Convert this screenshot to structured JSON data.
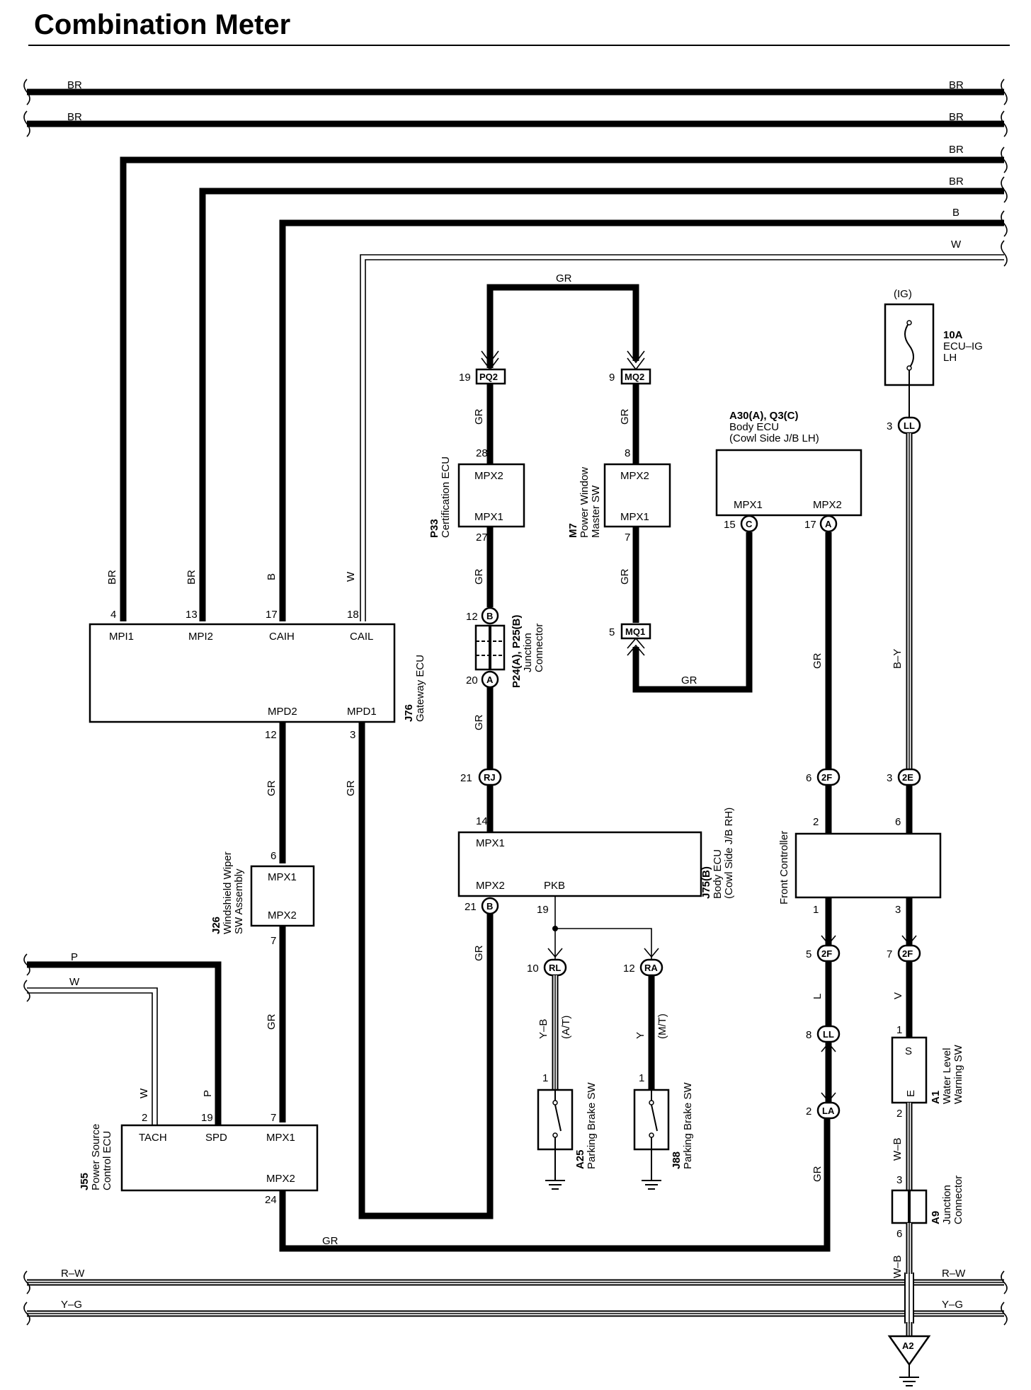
{
  "title": "Combination Meter",
  "harness": {
    "br1_left": "BR",
    "br1_right": "BR",
    "br2_left": "BR",
    "br2_right": "BR",
    "br3_right": "BR",
    "br4_right": "BR",
    "b_right": "B",
    "w_right": "W",
    "rw_left": "R–W",
    "rw_right": "R–W",
    "yg_left": "Y–G",
    "yg_right": "Y–G",
    "p_left": "P",
    "w2_left": "W"
  },
  "gateway": {
    "id": "J76",
    "name": "Gateway ECU",
    "pins": {
      "mpi1": "MPI1",
      "mpi2": "MPI2",
      "caih": "CAIH",
      "cail": "CAIL",
      "mpd2": "MPD2",
      "mpd1": "MPD1"
    },
    "nums": {
      "mpi1": "4",
      "mpi2": "13",
      "caih": "17",
      "cail": "18",
      "mpd2": "12",
      "mpd1": "3"
    },
    "wires": {
      "mpi1": "BR",
      "mpi2": "BR",
      "caih": "B",
      "cail": "W",
      "mpd2": "GR",
      "mpd1": "GR"
    }
  },
  "cert": {
    "id": "P33",
    "name": "Certification ECU",
    "mpx2": "MPX2",
    "mpx1": "MPX1",
    "pin_top": "28",
    "pin_bot": "27",
    "wire_top": "GR",
    "wire_bot": "GR",
    "conn": "PQ2",
    "conn_pin": "19"
  },
  "pw": {
    "id": "M7",
    "name1": "Power Window",
    "name2": "Master SW",
    "mpx2": "MPX2",
    "mpx1": "MPX1",
    "pin_top": "8",
    "pin_bot": "7",
    "wire_top": "GR",
    "wire_bot": "GR",
    "conn_top": "MQ2",
    "conn_top_pin": "9",
    "conn_bot": "MQ1",
    "conn_bot_pin": "5",
    "wire_return": "GR"
  },
  "top_loop_wire": "GR",
  "body_ecu_lh": {
    "id": "A30(A), Q3(C)",
    "name": "Body ECU",
    "loc": "(Cowl Side J/B LH)",
    "mpx1": "MPX1",
    "mpx2": "MPX2",
    "pin1": "15",
    "pin1_conn": "C",
    "pin2": "17",
    "pin2_conn": "A",
    "wire2": "GR"
  },
  "fuse": {
    "supply": "(IG)",
    "rating": "10A",
    "name1": "ECU–IG",
    "name2": "LH",
    "conn": "LL",
    "conn_pin": "3",
    "wire": "B–Y"
  },
  "jc_p24": {
    "id": "P24(A), P25(B)",
    "name1": "Junction",
    "name2": "Connector",
    "top_pin": "12",
    "top_conn": "B",
    "bot_pin": "20",
    "bot_conn": "A",
    "wire": "GR"
  },
  "rj": {
    "conn": "RJ",
    "pin": "21"
  },
  "body_ecu_rh": {
    "id": "J75(B)",
    "name": "Body ECU",
    "loc": "(Cowl Side J/B RH)",
    "mpx1": "MPX1",
    "mpx2": "MPX2",
    "pkb": "PKB",
    "pin_mpx1": "14",
    "pin_mpx2": "21",
    "pin_mpx2_conn": "B",
    "pin_pkb": "19",
    "wire_mpx2": "GR"
  },
  "wiper": {
    "id": "J26",
    "name1": "Windshield Wiper",
    "name2": "SW Assembly",
    "mpx1": "MPX1",
    "mpx2": "MPX2",
    "pin_top": "6",
    "pin_bot": "7",
    "wire": "GR"
  },
  "psecu": {
    "id": "J55",
    "name1": "Power Source",
    "name2": "Control ECU",
    "tach": "TACH",
    "spd": "SPD",
    "mpx1": "MPX1",
    "mpx2": "MPX2",
    "pin_tach": "2",
    "pin_spd": "19",
    "pin_mpx1": "7",
    "pin_mpx2": "24",
    "wire_tach": "W",
    "wire_spd": "P"
  },
  "bottom_wire": "GR",
  "pbsw_at": {
    "id": "A25",
    "name": "Parking Brake SW",
    "conn": "RL",
    "pin": "10",
    "wire": "Y–B",
    "note": "(A/T)",
    "pin_sw": "1"
  },
  "pbsw_mt": {
    "id": "J88",
    "name": "Parking Brake SW",
    "conn": "RA",
    "pin": "12",
    "wire": "Y",
    "note": "(M/T)",
    "pin_sw": "1"
  },
  "front": {
    "name": "Front Controller",
    "pin_tl": "2",
    "pin_tr": "6",
    "pin_bl": "1",
    "pin_br": "3",
    "conn_2f_in": "2F",
    "conn_2f_in_pin": "6",
    "conn_2e": "2E",
    "conn_2e_pin": "3",
    "conn_2f_l": "2F",
    "conn_2f_l_pin": "5",
    "conn_2f_r": "2F",
    "conn_2f_r_pin": "7",
    "wire_l": "L",
    "wire_v": "V",
    "conn_ll": "LL",
    "conn_ll_pin": "8",
    "conn_la": "LA",
    "conn_la_pin": "2",
    "wire_gr": "GR"
  },
  "water": {
    "id": "A1",
    "name1": "Water Level",
    "name2": "Warning SW",
    "s": "S",
    "e": "E",
    "pin_s": "1",
    "pin_e": "2",
    "wire": "W–B"
  },
  "jc_a9": {
    "id": "A9",
    "name1": "Junction",
    "name2": "Connector",
    "pin_top": "3",
    "pin_bot": "6",
    "wire": "W–B"
  },
  "ground": {
    "label": "A2"
  }
}
